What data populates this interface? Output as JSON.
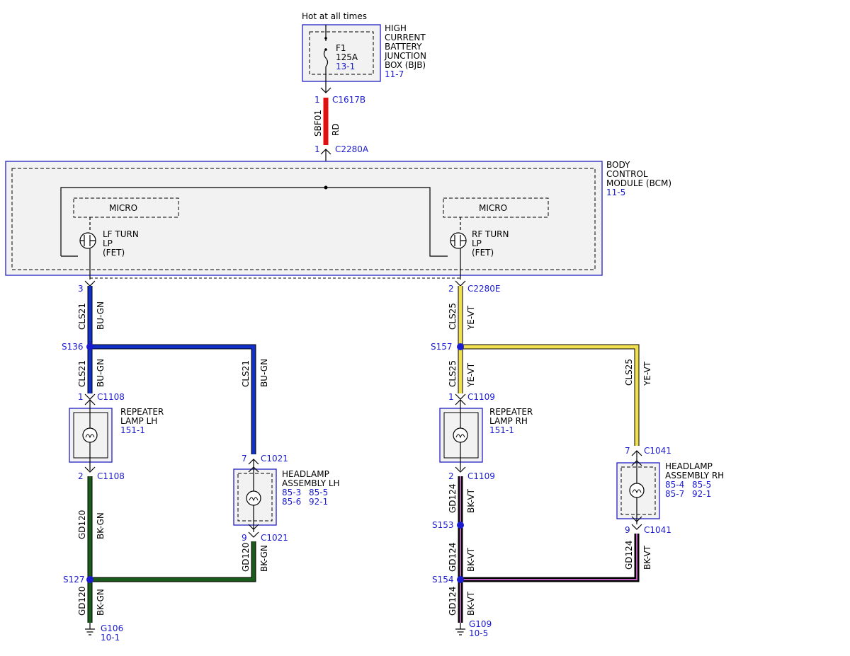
{
  "title_top": "Hot at all times",
  "bjb": {
    "name_lines": [
      "HIGH",
      "CURRENT",
      "BATTERY",
      "JUNCTION",
      "BOX (BJB)"
    ],
    "ref": "11-7",
    "fuse_name": "F1",
    "fuse_rating": "125A",
    "fuse_ref": "13-1"
  },
  "bcm": {
    "name_lines": [
      "BODY",
      "CONTROL",
      "MODULE (BCM)"
    ],
    "ref": "11-5",
    "micro_left": "MICRO",
    "micro_right": "MICRO",
    "left_fet_lines": [
      "LF TURN",
      "LP",
      "(FET)"
    ],
    "right_fet_lines": [
      "RF TURN",
      "LP",
      "(FET)"
    ]
  },
  "connectors": {
    "c1617b": {
      "pin": "1",
      "name": "C1617B"
    },
    "c2280a": {
      "pin": "1",
      "name": "C2280A"
    },
    "c2280e_left_pin": "3",
    "c2280e": {
      "pin": "2",
      "name": "C2280E"
    },
    "c1108_top": {
      "pin": "1",
      "name": "C1108"
    },
    "c1108_bot": {
      "pin": "2",
      "name": "C1108"
    },
    "c1021_top": {
      "pin": "7",
      "name": "C1021"
    },
    "c1021_bot": {
      "pin": "9",
      "name": "C1021"
    },
    "c1109_top": {
      "pin": "1",
      "name": "C1109"
    },
    "c1109_bot": {
      "pin": "2",
      "name": "C1109"
    },
    "c1041_top": {
      "pin": "7",
      "name": "C1041"
    },
    "c1041_bot": {
      "pin": "9",
      "name": "C1041"
    }
  },
  "wires": {
    "sbf01": {
      "circuit": "SBF01",
      "color": "RD"
    },
    "cls21": {
      "circuit": "CLS21",
      "color": "BU-GN"
    },
    "cls25": {
      "circuit": "CLS25",
      "color": "YE-VT"
    },
    "gd120": {
      "circuit": "GD120",
      "color": "BK-GN"
    },
    "gd124": {
      "circuit": "GD124",
      "color": "BK-VT"
    }
  },
  "splices": {
    "s136": "S136",
    "s157": "S157",
    "s127": "S127",
    "s153": "S153",
    "s154": "S154"
  },
  "components": {
    "repeater_lh": {
      "lines": [
        "REPEATER",
        "LAMP LH"
      ],
      "ref": "151-1"
    },
    "repeater_rh": {
      "lines": [
        "REPEATER",
        "LAMP RH"
      ],
      "ref": "151-1"
    },
    "headlamp_lh": {
      "lines": [
        "HEADLAMP",
        "ASSEMBLY LH"
      ],
      "refs": [
        "85-3",
        "85-5",
        "85-6",
        "92-1"
      ]
    },
    "headlamp_rh": {
      "lines": [
        "HEADLAMP",
        "ASSEMBLY RH"
      ],
      "refs": [
        "85-4",
        "85-5",
        "85-7",
        "92-1"
      ]
    }
  },
  "grounds": {
    "g106": {
      "name": "G106",
      "ref": "10-1"
    },
    "g109": {
      "name": "G109",
      "ref": "10-5"
    }
  },
  "colors": {
    "red": "#e01010",
    "blue": "#1030c8",
    "yellow": "#f0e050",
    "green": "#1a5a1a",
    "violet": "#c060c0",
    "label_blue": "#1a1ad0",
    "box_blue": "#2020c0"
  }
}
